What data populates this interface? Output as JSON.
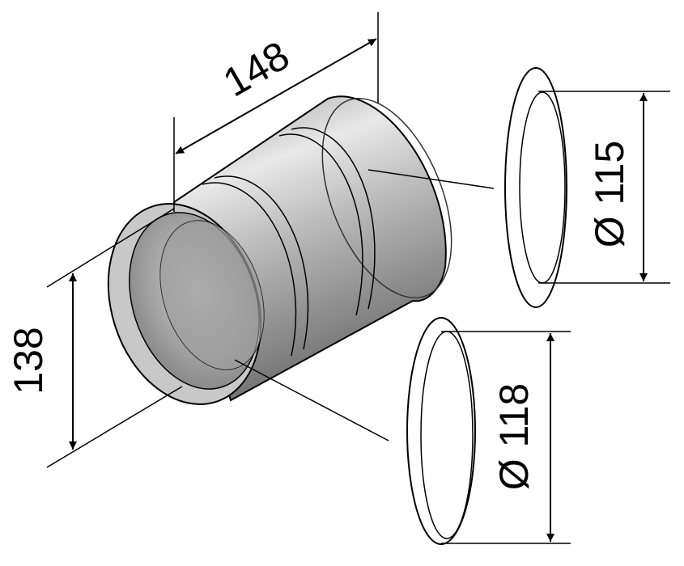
{
  "dimensions": {
    "length": "148",
    "outer_height": "138",
    "ring_small_diameter": "Ø 115",
    "ring_large_diameter": "Ø 118"
  },
  "colors": {
    "pipe_light": "#e6e6e6",
    "pipe_mid": "#b4b4b4",
    "pipe_dark": "#7a7a7a",
    "line": "#000000"
  }
}
